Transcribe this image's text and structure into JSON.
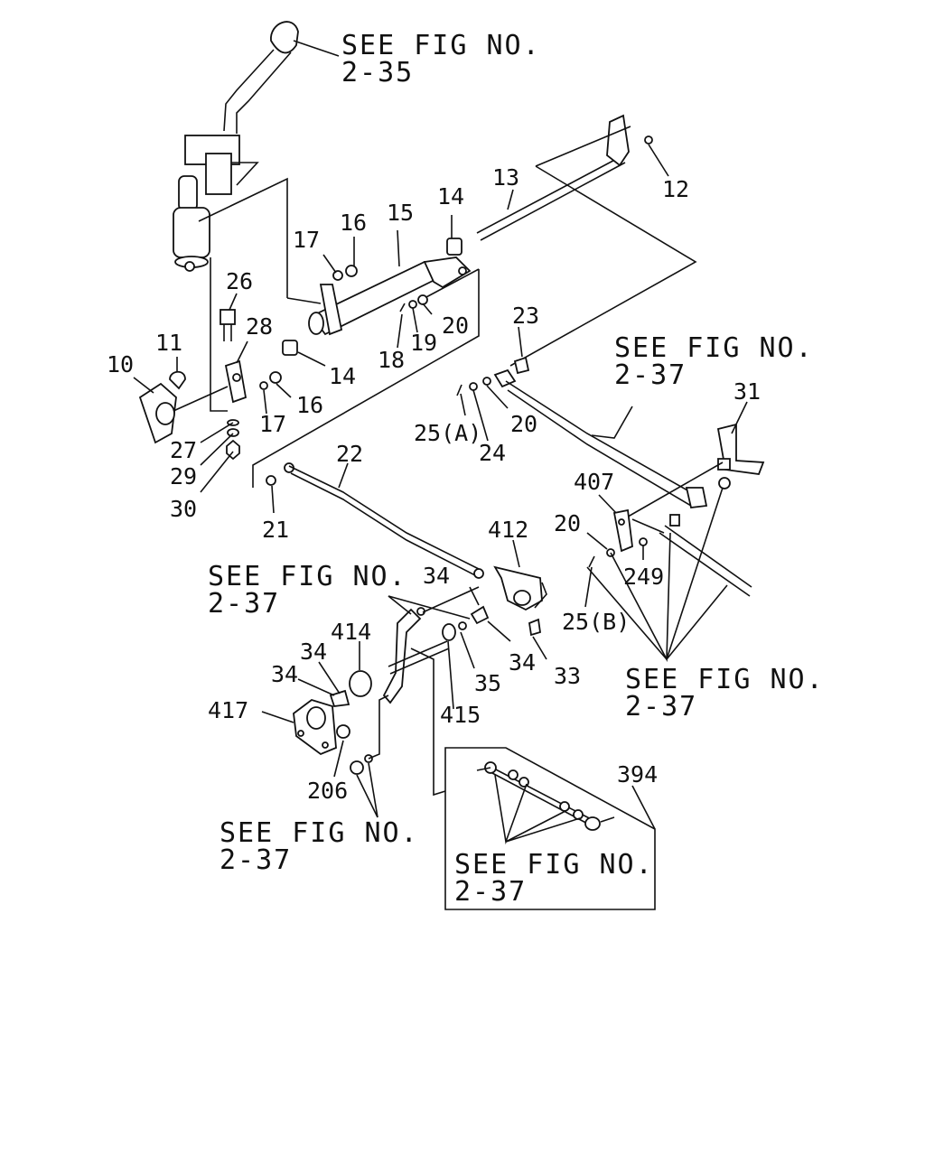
{
  "references": {
    "fig_2_35": {
      "line1": "SEE FIG NO.",
      "line2": "2-35"
    },
    "fig_2_37_a": {
      "line1": "SEE FIG NO.",
      "line2": "2-37"
    },
    "fig_2_37_b": {
      "line1": "SEE FIG NO.",
      "line2": "2-37"
    },
    "fig_2_37_c": {
      "line1": "SEE FIG NO.",
      "line2": "2-37"
    },
    "fig_2_37_d": {
      "line1": "SEE FIG NO.",
      "line2": "2-37"
    },
    "fig_2_37_e": {
      "line1": "SEE FIG NO.",
      "line2": "2-37"
    }
  },
  "parts": {
    "p10": "10",
    "p11": "11",
    "p12": "12",
    "p13": "13",
    "p14a": "14",
    "p14b": "14",
    "p15": "15",
    "p16a": "16",
    "p16b": "16",
    "p17a": "17",
    "p17b": "17",
    "p18": "18",
    "p19": "19",
    "p20a": "20",
    "p20b": "20",
    "p20c": "20",
    "p21": "21",
    "p22": "22",
    "p23": "23",
    "p24": "24",
    "p25a": "25(A)",
    "p25b": "25(B)",
    "p26": "26",
    "p27": "27",
    "p28": "28",
    "p29": "29",
    "p30": "30",
    "p31": "31",
    "p33": "33",
    "p34a": "34",
    "p34b": "34",
    "p34c": "34",
    "p34d": "34",
    "p35": "35",
    "p206": "206",
    "p249": "249",
    "p394": "394",
    "p407": "407",
    "p412": "412",
    "p414": "414",
    "p415": "415",
    "p417": "417"
  }
}
